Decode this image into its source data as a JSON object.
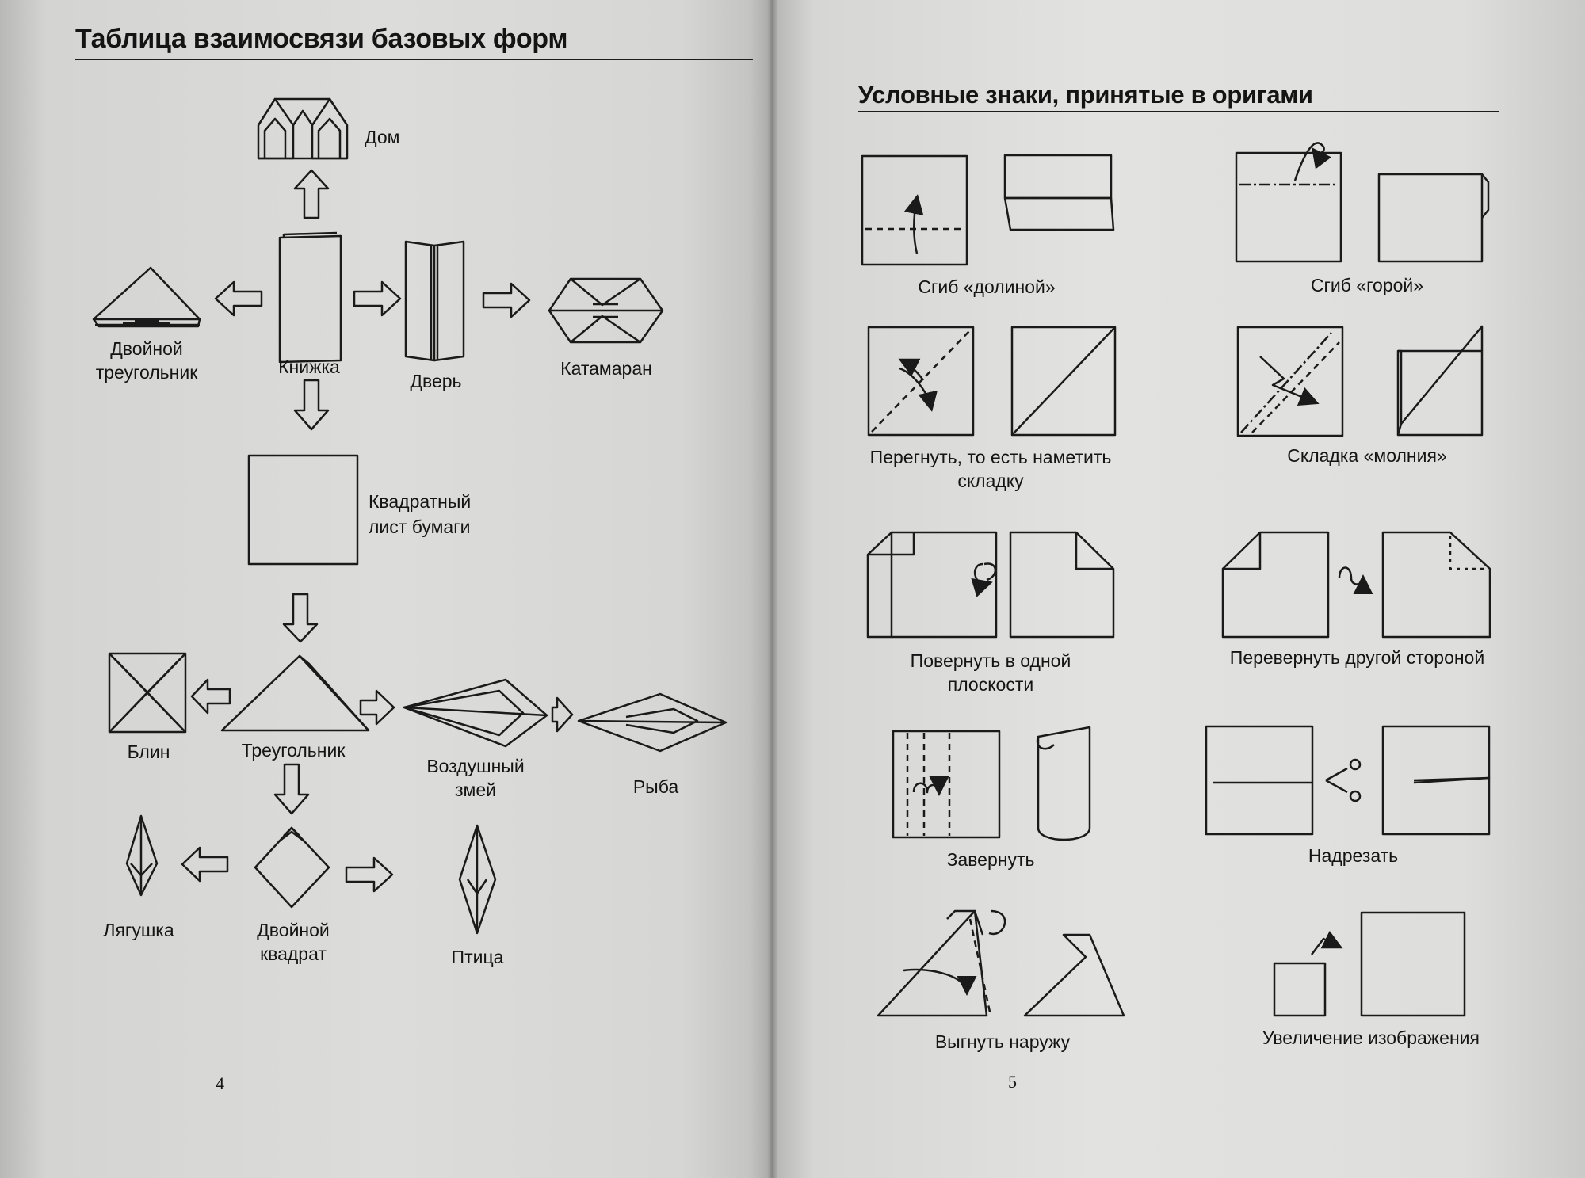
{
  "left_page": {
    "title": "Таблица взаимосвязи базовых форм",
    "page_number": "4",
    "forms": {
      "house": "Дом",
      "double_triangle_1": "Двойной",
      "double_triangle_2": "треугольник",
      "book": "Книжка",
      "door": "Дверь",
      "catamaran": "Катамаран",
      "square_sheet_1": "Квадратный",
      "square_sheet_2": "лист бумаги",
      "pancake": "Блин",
      "triangle": "Треугольник",
      "kite_1": "Воздушный",
      "kite_2": "змей",
      "fish": "Рыба",
      "frog": "Лягушка",
      "double_square_1": "Двойной",
      "double_square_2": "квадрат",
      "bird": "Птица"
    }
  },
  "right_page": {
    "title": "Условные знаки, принятые в оригами",
    "page_number": "5",
    "symbols": {
      "valley_fold": "Сгиб «долиной»",
      "mountain_fold": "Сгиб «горой»",
      "crease_1": "Перегнуть, то есть наметить",
      "crease_2": "складку",
      "lightning_fold": "Складка «молния»",
      "rotate_1": "Повернуть в одной",
      "rotate_2": "плоскости",
      "turn_over": "Перевернуть другой стороной",
      "roll": "Завернуть",
      "cut": "Надрезать",
      "outside_reverse": "Выгнуть наружу",
      "enlarge": "Увеличение изображения"
    }
  }
}
